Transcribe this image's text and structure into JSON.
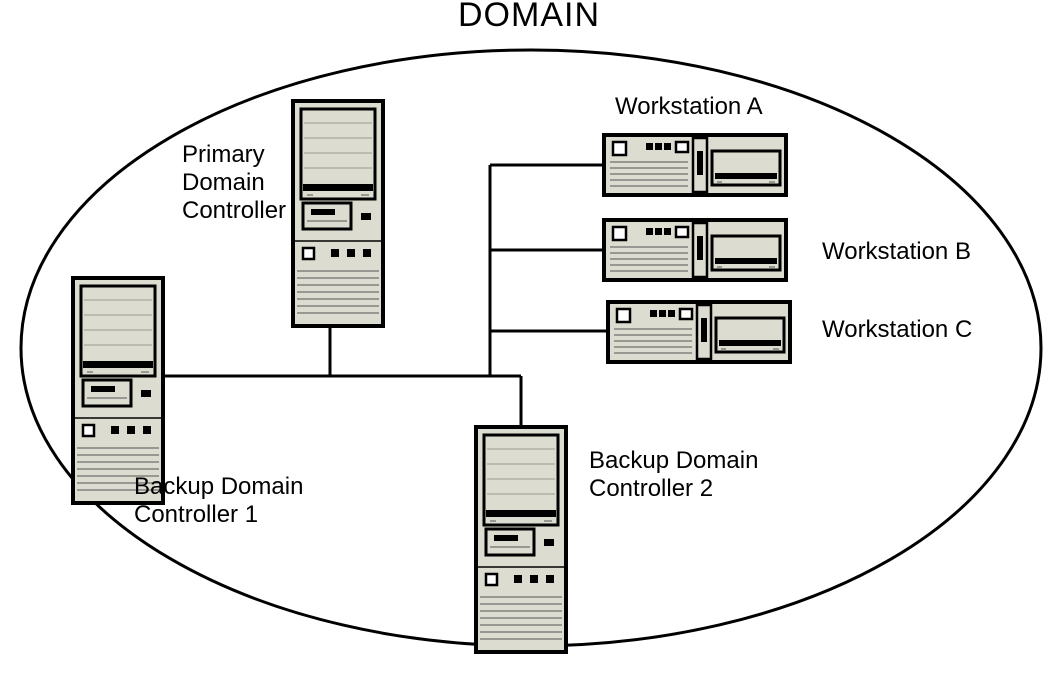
{
  "title": "DOMAIN",
  "nodes": {
    "pdc": {
      "line1": "Primary",
      "line2": "Domain",
      "line3": "Controller"
    },
    "bdc1": {
      "line1": "Backup Domain",
      "line2": "Controller 1"
    },
    "bdc2": {
      "line1": "Backup Domain",
      "line2": "Controller 2"
    },
    "ws_a": {
      "label": "Workstation A"
    },
    "ws_b": {
      "label": "Workstation B"
    },
    "ws_c": {
      "label": "Workstation C"
    }
  },
  "colors": {
    "device_fill": "#dcdcd0",
    "stroke": "#000000",
    "background": "#ffffff"
  },
  "icons": {
    "server": "tower-server-icon",
    "workstation": "desktop-workstation-icon"
  }
}
